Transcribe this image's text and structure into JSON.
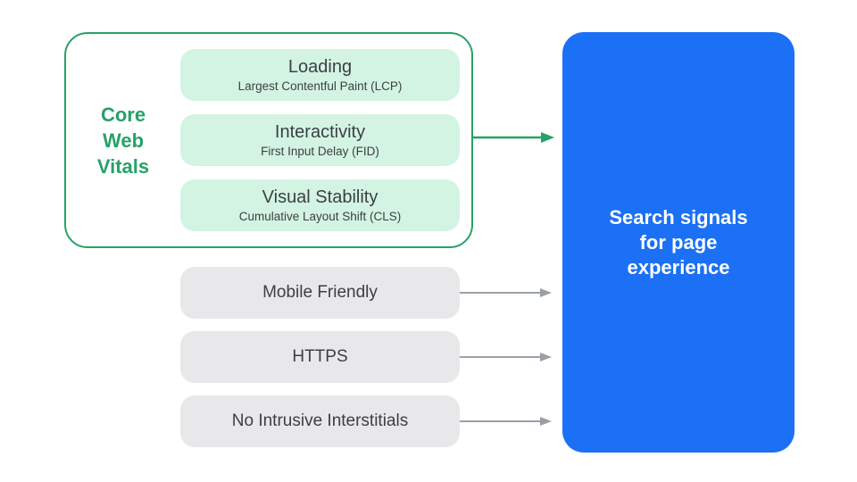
{
  "colors": {
    "teal": "#26A269",
    "light_green_pill": "#D3F4E3",
    "gray_pill": "#E8E8EA",
    "gray_arrow": "#9AA0A6",
    "dark_text": "#3C4043",
    "blue_box": "#1B70F5",
    "white_text": "#FFFFFF"
  },
  "core_web_vitals": {
    "label": "Core Web Vitals",
    "pills": [
      {
        "title": "Loading",
        "subtitle": "Largest Contentful Paint (LCP)"
      },
      {
        "title": "Interactivity",
        "subtitle": "First Input Delay (FID)"
      },
      {
        "title": "Visual Stability",
        "subtitle": "Cumulative Layout Shift (CLS)"
      }
    ]
  },
  "other_signals": [
    {
      "label": "Mobile Friendly"
    },
    {
      "label": "HTTPS"
    },
    {
      "label": "No Intrusive Interstitials"
    }
  ],
  "result_box": {
    "lines": [
      "Search signals",
      "for page",
      "experience"
    ]
  }
}
